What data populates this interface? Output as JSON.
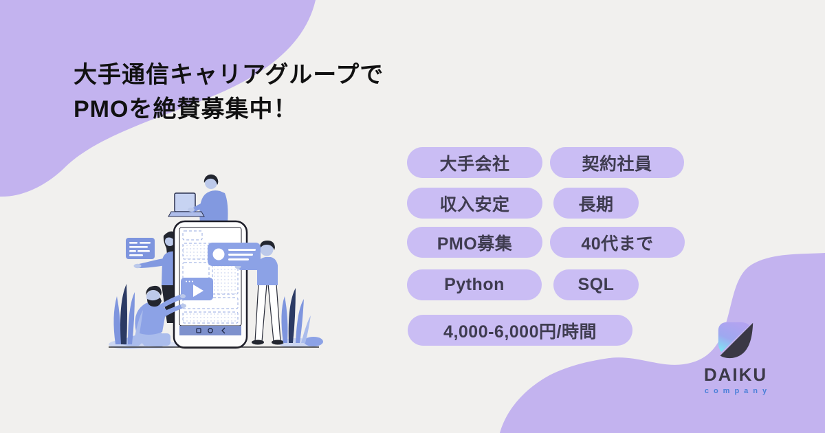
{
  "heading": {
    "line1": "大手通信キャリアグループで",
    "line2": "PMOを絶賛募集中！"
  },
  "tags": [
    {
      "label": "大手会社"
    },
    {
      "label": "契約社員"
    },
    {
      "label": "収入安定"
    },
    {
      "label": "長期"
    },
    {
      "label": "PMO募集"
    },
    {
      "label": "40代まで"
    },
    {
      "label": "Python"
    },
    {
      "label": "SQL"
    },
    {
      "label": "4,000-6,000円/時間"
    }
  ],
  "brand": {
    "name": "DAIKU",
    "subtitle": "company"
  },
  "illustration": {
    "alt": "Four people assembling app interface cards on a giant smartphone",
    "elements": [
      "smartphone",
      "video-card",
      "profile-card",
      "message-card",
      "person-with-laptop",
      "standing-woman",
      "kneeling-man",
      "standing-man",
      "plants"
    ]
  },
  "colors": {
    "background": "#f1f0ee",
    "blob_purple": "#c3b3ef",
    "pill_purple": "#cabdf4",
    "pill_text": "#3f3c50",
    "heading_text": "#111111",
    "brand_text": "#3b3947",
    "brand_subtitle_blue": "#4a80d8",
    "illustration_blue": "#8ca2e6",
    "illustration_light_blue": "#aabcec",
    "illustration_navy": "#2b3a63"
  }
}
